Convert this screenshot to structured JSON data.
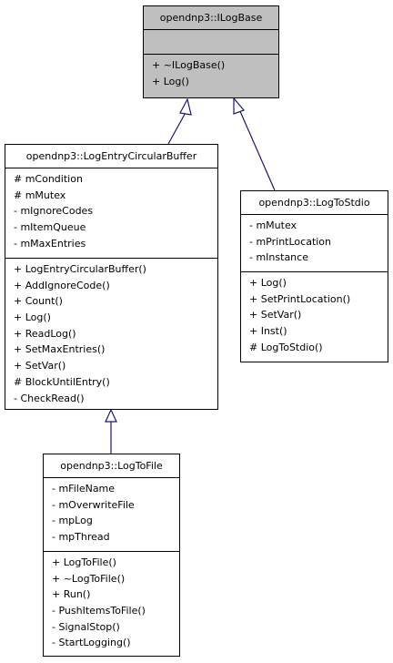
{
  "classes": {
    "ilogbase": {
      "name": "opendnp3::ILogBase",
      "attributes": [],
      "methods": [
        "+ ~ILogBase()",
        "+ Log()"
      ]
    },
    "circbuf": {
      "name": "opendnp3::LogEntryCircularBuffer",
      "attributes": [
        "# mCondition",
        "# mMutex",
        "- mIgnoreCodes",
        "- mItemQueue",
        "- mMaxEntries"
      ],
      "methods": [
        "+ LogEntryCircularBuffer()",
        "+ AddIgnoreCode()",
        "+ Count()",
        "+ Log()",
        "+ ReadLog()",
        "+ SetMaxEntries()",
        "+ SetVar()",
        "# BlockUntilEntry()",
        "- CheckRead()"
      ]
    },
    "stdio": {
      "name": "opendnp3::LogToStdio",
      "attributes": [
        "- mMutex",
        "- mPrintLocation",
        "- mInstance"
      ],
      "methods": [
        "+ Log()",
        "+ SetPrintLocation()",
        "+ SetVar()",
        "+ Inst()",
        "# LogToStdio()"
      ]
    },
    "file": {
      "name": "opendnp3::LogToFile",
      "attributes": [
        "- mFileName",
        "- mOverwriteFile",
        "- mpLog",
        "- mpThread"
      ],
      "methods": [
        "+ LogToFile()",
        "+ ~LogToFile()",
        "+ Run()",
        "- PushItemsToFile()",
        "- SignalStop()",
        "- StartLogging()"
      ]
    }
  },
  "colors": {
    "base_fill": "#bfbfbf",
    "class_fill": "#ffffff",
    "edge": "#191970"
  }
}
